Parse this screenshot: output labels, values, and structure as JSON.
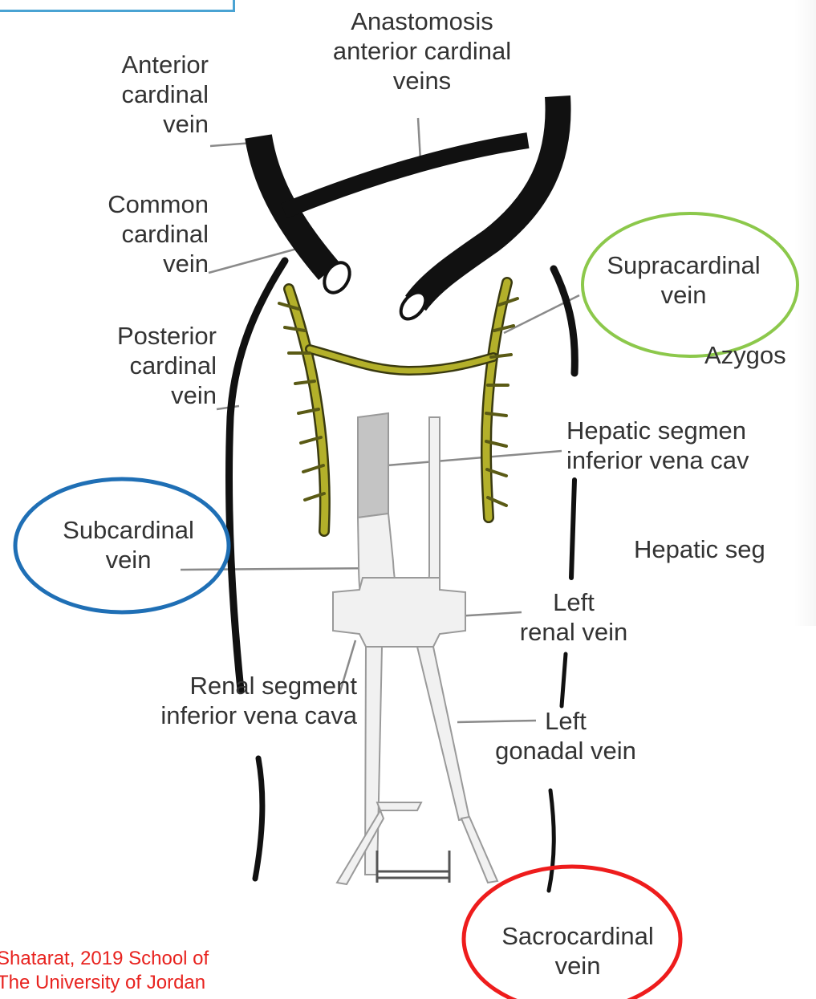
{
  "labels": {
    "anastomosis": [
      "Anastomosis",
      "anterior cardinal",
      "veins"
    ],
    "anterior_cardinal": [
      "Anterior",
      "cardinal",
      "vein"
    ],
    "common_cardinal": [
      "Common",
      "cardinal",
      "vein"
    ],
    "supracardinal": [
      "Supracardinal",
      "vein"
    ],
    "azygos": "Azygos",
    "posterior_cardinal": [
      "Posterior",
      "cardinal",
      "vein"
    ],
    "hepatic_segment_ivc": [
      "Hepatic segmen",
      "inferior vena cav"
    ],
    "hepatic_seg": "Hepatic seg",
    "subcardinal": [
      "Subcardinal",
      "vein"
    ],
    "left_renal": [
      "Left",
      "renal vein"
    ],
    "renal_segment_ivc": [
      "Renal segment",
      "inferior vena cava"
    ],
    "left_gonadal": [
      "Left",
      "gonadal vein"
    ],
    "sacrocardinal": [
      "Sacrocardinal",
      "vein"
    ]
  },
  "credit": [
    "Shatarat, 2019 School of",
    "The University of Jordan"
  ],
  "colors": {
    "cardinal_vein": "#111111",
    "supracardinal_vein": "#b3b02a",
    "ivc_fill": "#f1f1f1",
    "hepatic_fill": "#c4c4c4",
    "circle_supracardinal": "#8cc84b",
    "circle_subcardinal": "#1f6fb5",
    "circle_sacrocardinal": "#ee1c1c",
    "credit_text": "#e8231f",
    "top_box": "#4aa3d3"
  }
}
